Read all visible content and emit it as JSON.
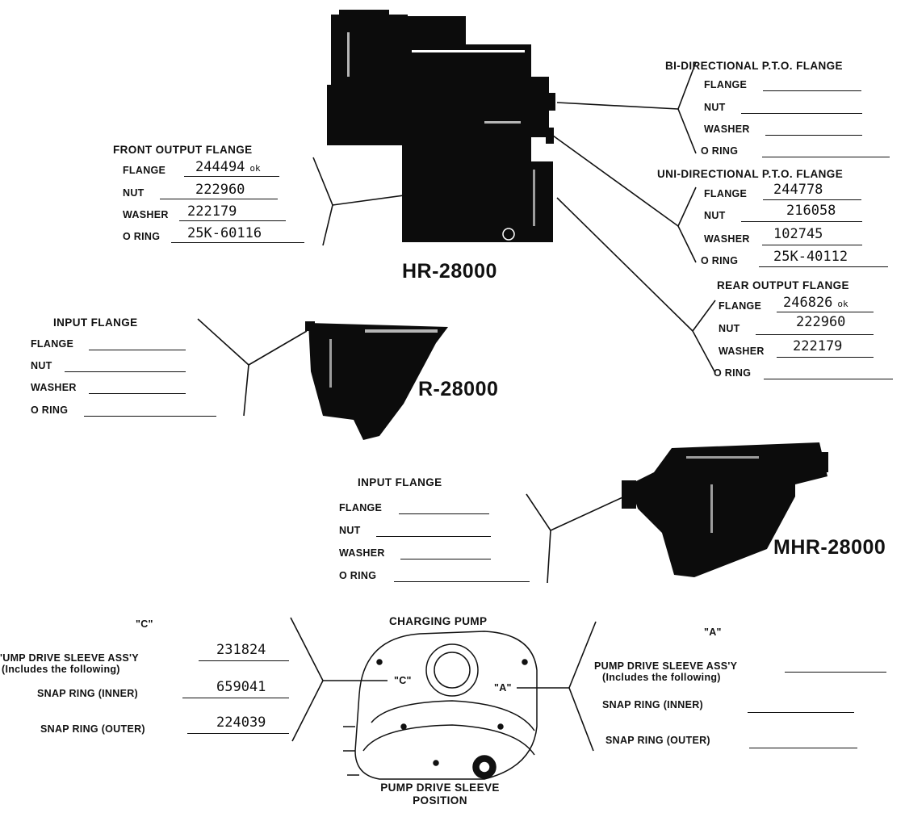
{
  "hr": {
    "model": "HR-28000",
    "front": {
      "heading": "FRONT OUTPUT FLANGE",
      "flange_label": "FLANGE",
      "flange_value": "244494",
      "flange_note": "ok",
      "nut_label": "NUT",
      "nut_value": "222960",
      "washer_label": "WASHER",
      "washer_value": "222179",
      "oring_label": "O RING",
      "oring_value": "25K-60116"
    },
    "bi": {
      "heading": "BI-DIRECTIONAL P.T.O. FLANGE",
      "flange_label": "FLANGE",
      "nut_label": "NUT",
      "washer_label": "WASHER",
      "oring_label": "O RING"
    },
    "uni": {
      "heading": "UNI-DIRECTIONAL P.T.O. FLANGE",
      "flange_label": "FLANGE",
      "flange_value": "244778",
      "nut_label": "NUT",
      "nut_value": "216058",
      "washer_label": "WASHER",
      "washer_value": "102745",
      "oring_label": "O RING",
      "oring_value": "25K-40112"
    },
    "rear": {
      "heading": "REAR OUTPUT FLANGE",
      "flange_label": "FLANGE",
      "flange_value": "246826",
      "flange_note": "ok",
      "nut_label": "NUT",
      "nut_value": "222960",
      "washer_label": "WASHER",
      "washer_value": "222179",
      "oring_label": "O RING"
    }
  },
  "r": {
    "model": "R-28000",
    "input": {
      "heading": "INPUT FLANGE",
      "flange_label": "FLANGE",
      "nut_label": "NUT",
      "washer_label": "WASHER",
      "oring_label": "O RING"
    }
  },
  "mhr": {
    "model": "MHR-28000",
    "input": {
      "heading": "INPUT FLANGE",
      "flange_label": "FLANGE",
      "nut_label": "NUT",
      "washer_label": "WASHER",
      "oring_label": "O RING"
    }
  },
  "pump": {
    "heading": "CHARGING PUMP",
    "caption_line1": "PUMP DRIVE SLEEVE",
    "caption_line2": "POSITION",
    "marker_c": "\"C\"",
    "marker_a": "\"A\"",
    "c": {
      "heading": "\"C\"",
      "sleeve_label": "'UMP DRIVE SLEEVE ASS'Y",
      "sleeve_sub": "(Includes the following)",
      "sleeve_value": "231824",
      "inner_label": "SNAP RING (INNER)",
      "inner_value": "659041",
      "outer_label": "SNAP RING (OUTER)",
      "outer_value": "224039"
    },
    "a": {
      "heading": "\"A\"",
      "sleeve_label": "PUMP DRIVE SLEEVE ASS'Y",
      "sleeve_sub": "(Includes the following)",
      "inner_label": "SNAP RING (INNER)",
      "outer_label": "SNAP RING (OUTER)"
    }
  }
}
